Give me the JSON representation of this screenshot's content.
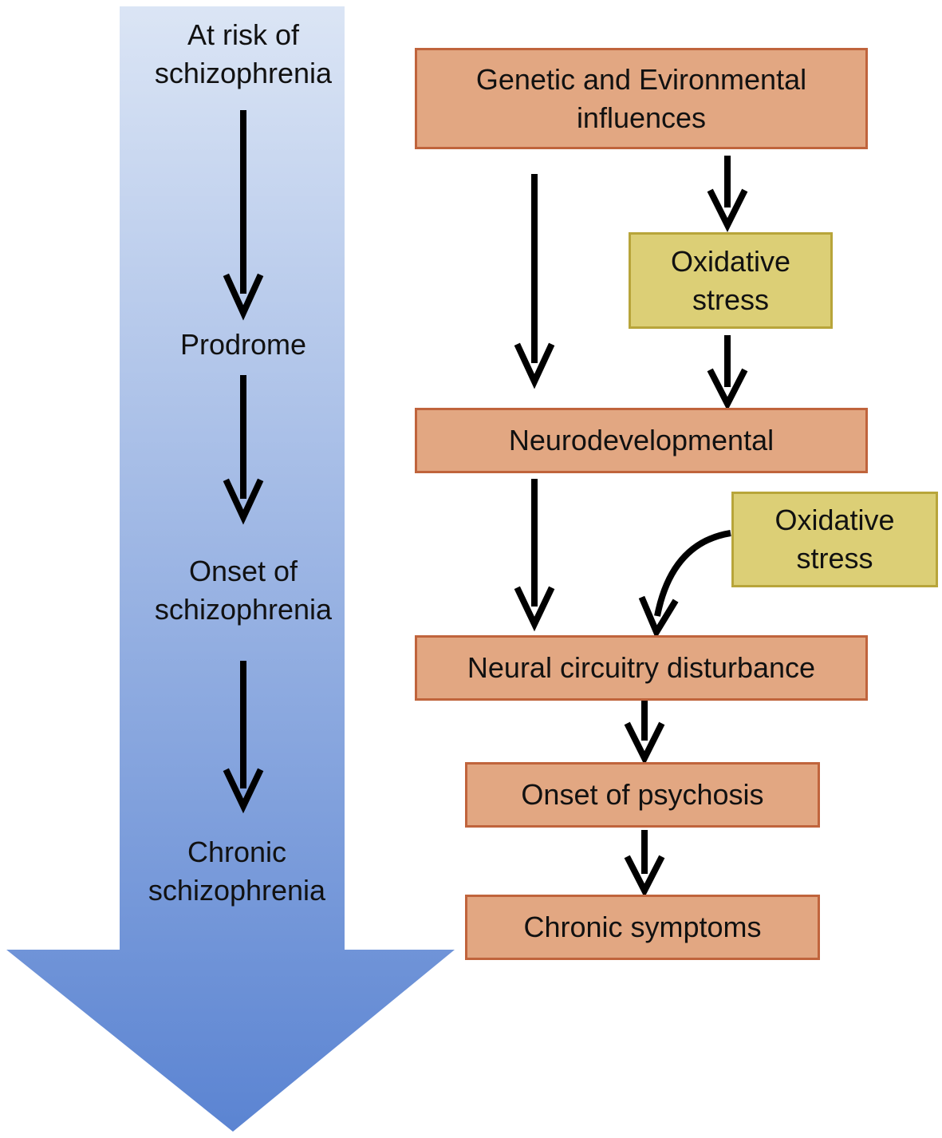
{
  "colors": {
    "timeline_top": "#dbe5f5",
    "timeline_bottom": "#5b84d2",
    "process_fill": "#e2a782",
    "process_border": "#c0643c",
    "stress_fill": "#dccf76",
    "stress_border": "#b8a53a",
    "arrow": "#000000"
  },
  "timeline": {
    "stages": [
      {
        "label": "At risk of\nschizophrenia"
      },
      {
        "label": "Prodrome"
      },
      {
        "label": "Onset of\nschizophrenia"
      },
      {
        "label": "Chronic\nschizophrenia"
      }
    ]
  },
  "flow": {
    "genetic": "Genetic and Evironmental\ninfluences",
    "oxidative_stress_1": "Oxidative\nstress",
    "neurodevelopmental": "Neurodevelopmental",
    "oxidative_stress_2": "Oxidative\nstress",
    "neural_circuitry": "Neural circuitry disturbance",
    "onset_psychosis": "Onset of psychosis",
    "chronic_symptoms": "Chronic symptoms"
  }
}
